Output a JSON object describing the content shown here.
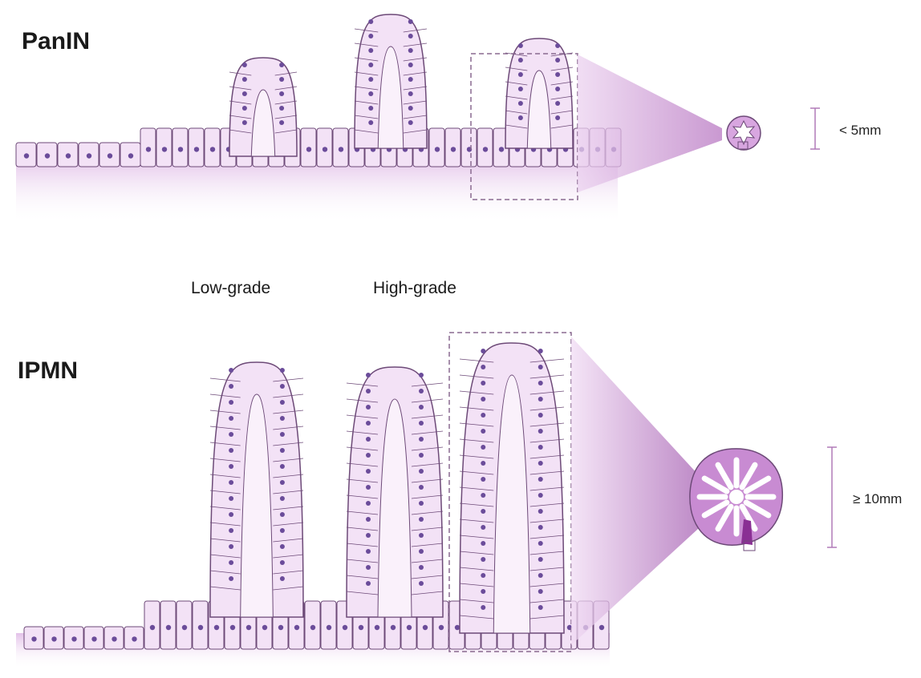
{
  "panel_top": {
    "title": "PanIN",
    "measure": "< 5mm"
  },
  "grades": {
    "low": "Low-grade",
    "high": "High-grade"
  },
  "panel_bottom": {
    "title": "IPMN",
    "measure": "≥ 10mm"
  },
  "colors": {
    "cell_fill": "#f3e2f6",
    "cell_stroke": "#6d4a78",
    "nucleus": "#6b4c9a",
    "stroma": "#e9cdee",
    "accent": "#9b4fa8",
    "dashed_box": "#8a6a90"
  }
}
